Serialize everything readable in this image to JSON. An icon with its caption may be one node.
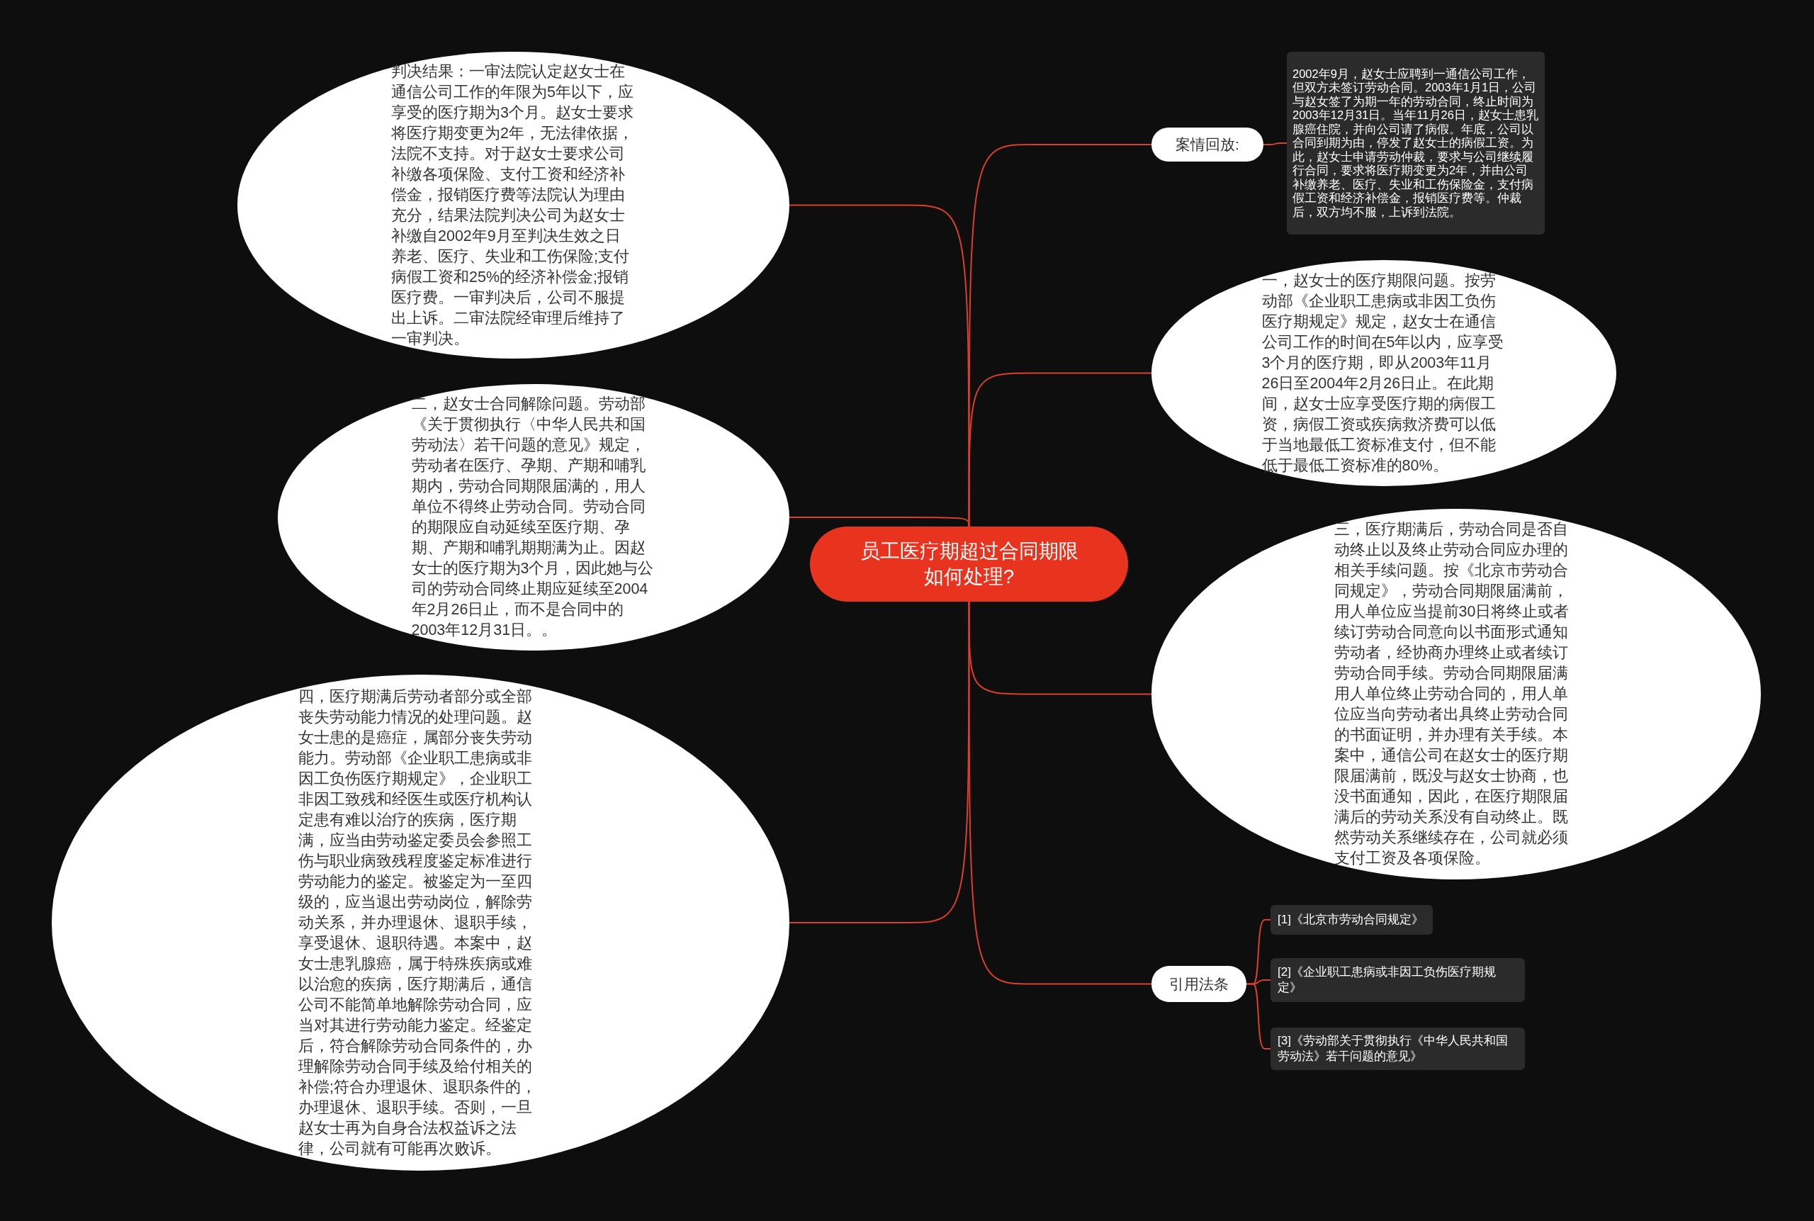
{
  "diagram": {
    "nodes": [
      {
        "text": [
          "员工医疗期超过合同期限如何处理?"
        ]
      },
      {
        "text": [
          "判决结果：一审法院认定赵女士在通信公司工作的年限为5年以下，应享受的医疗期为3个月。赵女士要求将医疗期变更为2年，无法律依据，法院不支持。对于赵女士要求公司补缴各项保险、支付工资和经济补偿金，报销医疗费等法院认为理由充分，结果法院判决公司为赵女士补缴自2002年9月至判决生效之日养老、医疗、失业和工伤保险;支付病假工资和25%的经济补偿金;报销医疗费。一审判决后，公司不服提出上诉。二审法院经审理后维持了一审判决。"
        ]
      },
      {
        "text": [
          "二，赵女士合同解除问题。劳动部《关于贯彻执行〈中华人民共和国劳动法〉若干问题的意见》规定，劳动者在医疗、孕期、产期和哺乳期内，劳动合同期限届满的，用人单位不得终止劳动合同。劳动合同的期限应自动延续至医疗期、孕期、产期和哺乳期期满为止。因赵女士的医疗期为3个月，因此她与公司的劳动合同终止期应延续至2004年2月26日止，而不是合同中的2003年12月31日。。"
        ]
      },
      {
        "text": [
          "四，医疗期满后劳动者部分或全部丧失劳动能力情况的处理问题。赵女士患的是癌症，属部分丧失劳动能力。劳动部《企业职工患病或非因工负伤医疗期规定》，企业职工非因工致残和经医生或医疗机构认定患有难以治疗的疾病，医疗期满，应当由劳动鉴定委员会参照工伤与职业病致残程度鉴定标准进行劳动能力的鉴定。被鉴定为一至四级的，应当退出劳动岗位，解除劳动关系，并办理退休、退职手续，享受退休、退职待遇。本案中，赵女士患乳腺癌，属于特殊疾病或难以治愈的疾病，医疗期满后，通信公司不能简单地解除劳动合同，应当对其进行劳动能力鉴定。经鉴定后，符合解除劳动合同条件的，办理解除劳动合同手续及给付相关的补偿;符合办理退休、退职条件的，办理退休、退职手续。否则，一旦赵女士再为自身合法权益诉之法律，公司就有可能再次败诉。"
        ]
      },
      {
        "text": [
          "案情回放:"
        ]
      },
      {
        "text": [
          "2002年9月，赵女士应聘到一通信公司工作，但双方未签订劳动合同。2003年1月1日，公司与赵女签了为期一年的劳动合同，终止时间为2003年12月31日。当年11月26日，赵女士患乳腺癌住院，并向公司请了病假。年底，公司以合同到期为由，停发了赵女士的病假工资。为此，赵女士申请劳动仲裁，要求与公司继续履行合同，要求将医疗期变更为2年，并由公司补缴养老、医疗、失业和工伤保险金，支付病假工资和经济补偿金，报销医疗费等。仲裁后，双方均不服，上诉到法院。"
        ]
      },
      {
        "text": [
          "一，赵女士的医疗期限问题。按劳动部《企业职工患病或非因工负伤医疗期规定》规定，赵女士在通信公司工作的时间在5年以内，应享受3个月的医疗期，即从2003年11月26日至2004年2月26日止。在此期间，赵女士应享受医疗期的病假工资，病假工资或疾病救济费可以低于当地最低工资标准支付，但不能低于最低工资标准的80%。"
        ]
      },
      {
        "text": [
          "三，医疗期满后，劳动合同是否自动终止以及终止劳动合同应办理的相关手续问题。按《北京市劳动合同规定》，劳动合同期限届满前，用人单位应当提前30日将终止或者续订劳动合同意向以书面形式通知劳动者，经协商办理终止或者续订劳动合同手续。劳动合同期限届满用人单位终止劳动合同的，用人单位应当向劳动者出具终止劳动合同的书面证明，并办理有关手续。本案中，通信公司在赵女士的医疗期限届满前，既没与赵女士协商，也没书面通知，因此，在医疗期限届满后的劳动关系没有自动终止。既然劳动关系继续存在，公司就必须支付工资及各项保险。"
        ]
      },
      {
        "text": [
          "引用法条"
        ]
      },
      {
        "text": [
          "[1]《北京市劳动合同规定》"
        ]
      },
      {
        "text": [
          "[2]《企业职工患病或非因工负伤医疗期规定》"
        ]
      },
      {
        "text": [
          "[3]《劳动部关于贯彻执行《中华人民共和国劳动法》若干问题的意见》"
        ]
      }
    ],
    "edges": [
      {
        "from": 0,
        "to": 1,
        "arrow": "none"
      },
      {
        "from": 0,
        "to": 2,
        "arrow": "none"
      },
      {
        "from": 0,
        "to": 3,
        "arrow": "none"
      },
      {
        "from": 0,
        "to": 4,
        "arrow": "none"
      },
      {
        "from": 4,
        "to": 5,
        "arrow": "none"
      },
      {
        "from": 0,
        "to": 6,
        "arrow": "none"
      },
      {
        "from": 0,
        "to": 7,
        "arrow": "none"
      },
      {
        "from": 0,
        "to": 8,
        "arrow": "none"
      },
      {
        "from": 8,
        "to": 9,
        "arrow": "none"
      },
      {
        "from": 8,
        "to": 10,
        "arrow": "none"
      },
      {
        "from": 8,
        "to": 11,
        "arrow": "none"
      }
    ]
  }
}
